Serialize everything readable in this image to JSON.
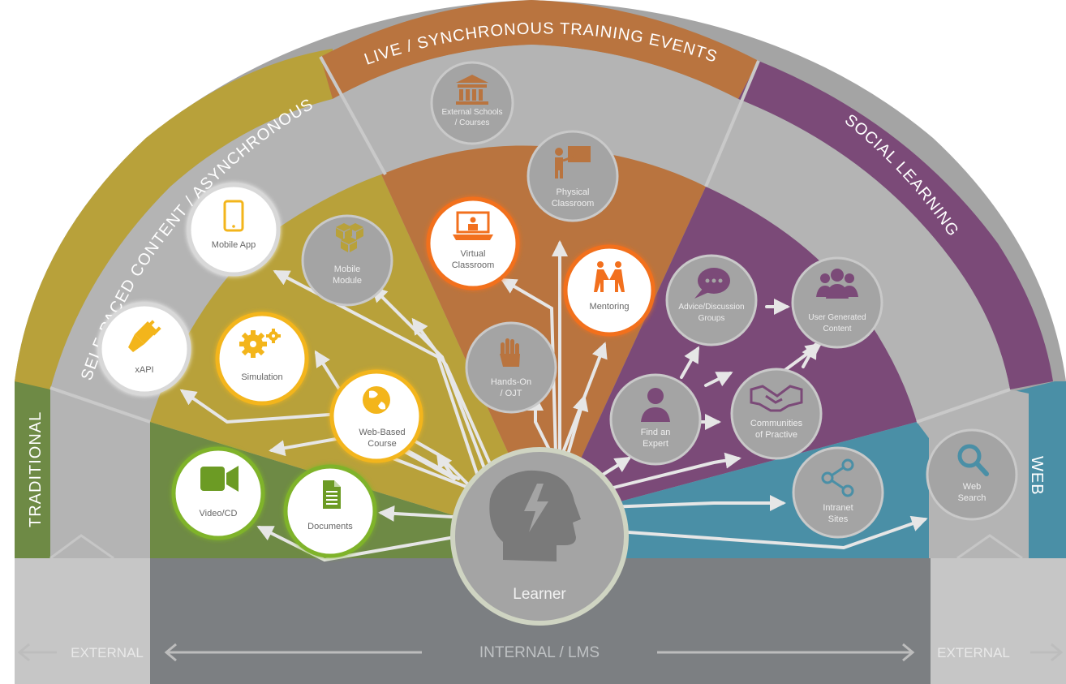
{
  "bands": {
    "traditional": "TRADITIONAL",
    "self_paced": "SELF-PACED CONTENT / ASYNCHRONOUS",
    "live": "LIVE / SYNCHRONOUS TRAINING EVENTS",
    "social": "SOCIAL LEARNING",
    "web": "WEB"
  },
  "nodes": {
    "external_schools": [
      "External Schools",
      "/ Courses"
    ],
    "physical_classroom": [
      "Physical",
      "Classroom"
    ],
    "virtual_classroom": [
      "Virtual",
      "Classroom"
    ],
    "mentoring": [
      "Mentoring"
    ],
    "hands_on": [
      "Hands-On",
      "/ OJT"
    ],
    "mobile_app": [
      "Mobile App"
    ],
    "mobile_module": [
      "Mobile",
      "Module"
    ],
    "xapi": [
      "xAPI"
    ],
    "simulation": [
      "Simulation"
    ],
    "web_based_course": [
      "Web-Based",
      "Course"
    ],
    "video_cd": [
      "Video/CD"
    ],
    "documents": [
      "Documents"
    ],
    "advice_groups": [
      "Advice/Discussion",
      "Groups"
    ],
    "user_generated": [
      "User Generated",
      "Content"
    ],
    "find_expert": [
      "Find an",
      "Expert"
    ],
    "communities": [
      "Communities",
      "of Practive"
    ],
    "intranet": [
      "Intranet",
      "Sites"
    ],
    "web_search": [
      "Web",
      "Search"
    ]
  },
  "center": {
    "label": "Learner"
  },
  "footer": {
    "external_left": "EXTERNAL",
    "internal": "INTERNAL / LMS",
    "external_right": "EXTERNAL"
  },
  "colors": {
    "outer_gray": "#a4a4a4",
    "traditional": "#6e8a45",
    "self_paced": "#b8a13a",
    "live": "#b9743f",
    "social": "#7b4a78",
    "web": "#4a8fa6",
    "gold": "#f3b51b",
    "orange": "#f2701e",
    "green": "#6c9b24"
  }
}
